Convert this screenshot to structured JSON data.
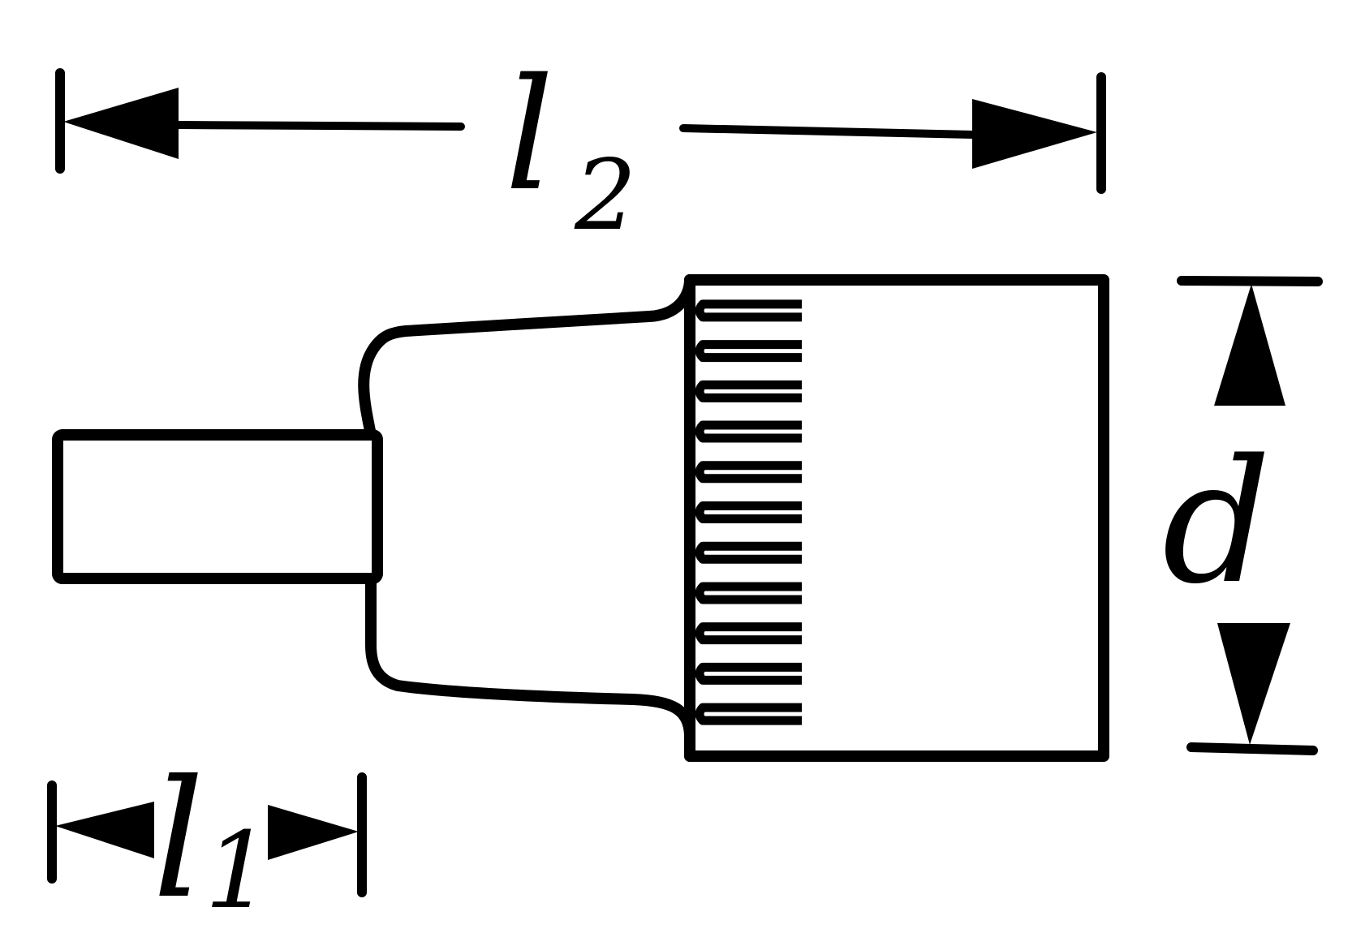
{
  "diagram": {
    "ink_color": "#000000",
    "background_color": "#ffffff",
    "parts": [
      "square-drive-end",
      "tapered-shank",
      "slotted-socket-head"
    ],
    "dimensions": {
      "l1": {
        "symbol": "l",
        "subscript": "1"
      },
      "l2": {
        "symbol": "l",
        "subscript": "2"
      },
      "d": {
        "symbol": "d"
      }
    }
  }
}
